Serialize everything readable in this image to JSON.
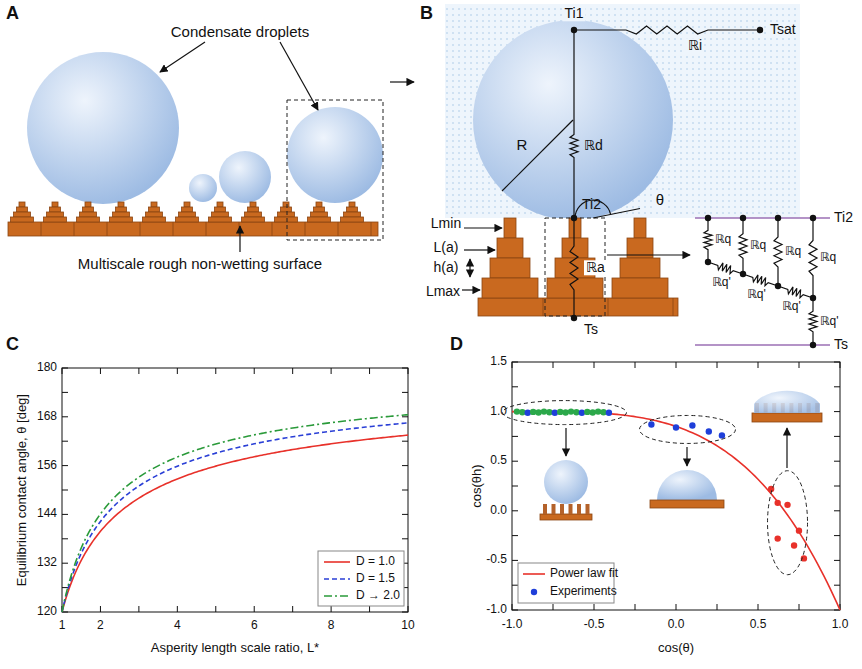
{
  "diagram": {
    "labels": [
      "A",
      "Condensate droplets",
      "Multiscale rough non-wetting surface",
      "B",
      "Ti1",
      "ℝi",
      "Tsat",
      "R",
      "ℝd",
      "Ti2",
      "θ",
      "Lmin",
      "L(a)",
      "h(a)",
      "Lmax",
      "ℝa",
      "Ts",
      "Ti2",
      "ℝq",
      "ℝq",
      "ℝq",
      "ℝq",
      "ℝq'",
      "ℝq'",
      "ℝq'",
      "ℝq'",
      "Ts",
      "C",
      "Equilibrium contact angle, θ [deg]",
      "180",
      "168",
      "156",
      "144",
      "132",
      "120",
      "1",
      "2",
      "4",
      "6",
      "8",
      "10",
      "Asperity length scale ratio, L*",
      "D",
      "cos(θh)",
      "1.5",
      "1.0",
      "0.5",
      "0.0",
      "-0.5",
      "-1.0",
      "-1.0",
      "-0.5",
      "0.0",
      "0.5",
      "1.0",
      "cos(θ)"
    ],
    "legend": [
      {
        "text": "D = 1.0"
      },
      {
        "text": "D = 1.5"
      },
      {
        "text": "D → 2.0"
      },
      {
        "text": "Power law fit"
      },
      {
        "text": "Experiments"
      }
    ]
  }
}
